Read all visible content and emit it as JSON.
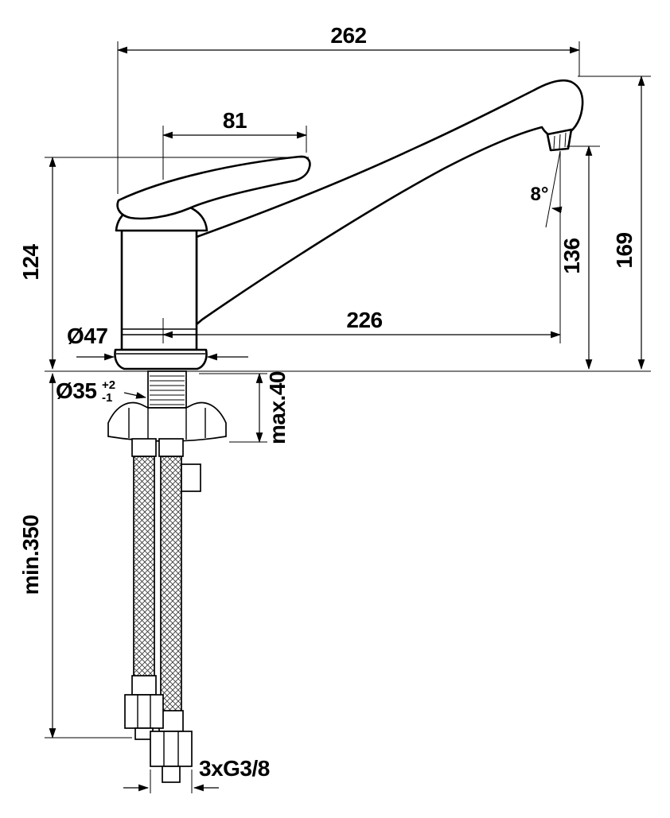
{
  "drawing": {
    "dimensions": {
      "overall_width": "262",
      "lever_length": "81",
      "body_height": "124",
      "base_diameter": "Ø47",
      "mounting_hole_diameter": "Ø35",
      "mounting_hole_tolerance_plus": "+2",
      "mounting_hole_tolerance_minus": "-1",
      "max_deck_thickness": "max.40",
      "min_hose_length": "min.350",
      "spout_reach": "226",
      "spout_outlet_height": "136",
      "overall_height": "169",
      "spray_angle": "8°",
      "connection_thread": "3xG3/8"
    }
  }
}
